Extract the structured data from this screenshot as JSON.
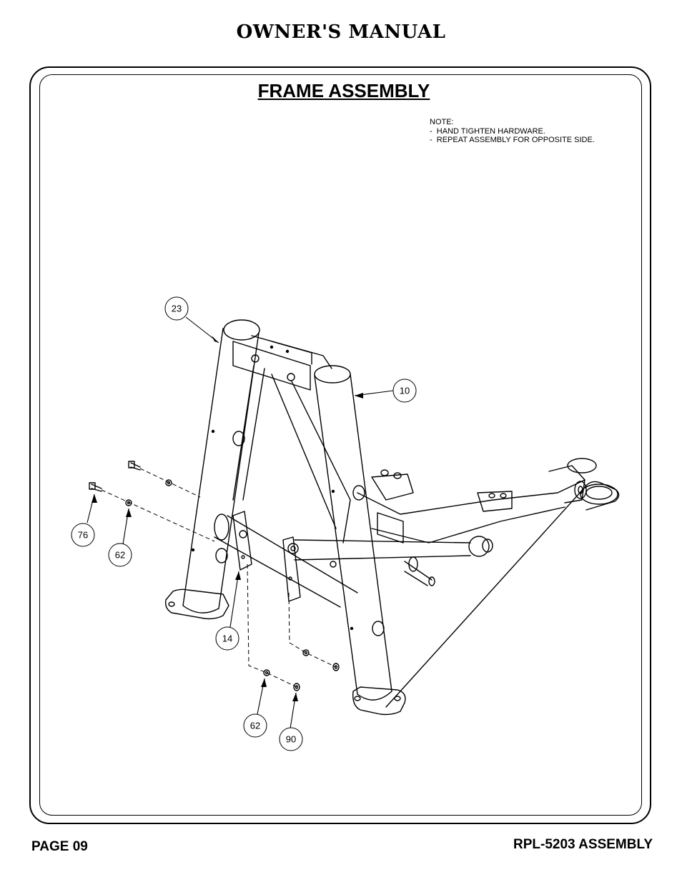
{
  "header": {
    "title": "OWNER'S MANUAL"
  },
  "section": {
    "title": "FRAME ASSEMBLY"
  },
  "note": {
    "heading": "NOTE:",
    "lines": [
      "-  HAND TIGHTEN HARDWARE.",
      "-  REPEAT ASSEMBLY FOR OPPOSITE SIDE."
    ]
  },
  "callouts": [
    "23",
    "10",
    "76",
    "62",
    "14",
    "62",
    "90"
  ],
  "footer": {
    "page": "PAGE 09",
    "model": "RPL-5203 ASSEMBLY"
  }
}
